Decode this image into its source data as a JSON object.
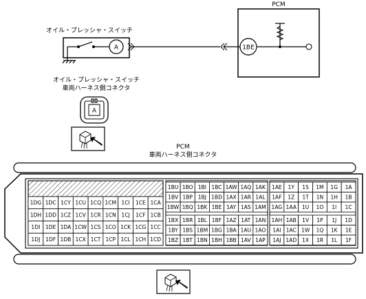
{
  "labels": {
    "pcm_top": "PCM",
    "switch_name": "オイル・プレッシャ・スイッチ",
    "switch_conn_line1": "オイル・プレッシャ・スイッチ",
    "switch_conn_line2": "車両ハーネス側コネクタ",
    "pcm_conn_line1": "PCM",
    "pcm_conn_line2": "車両ハーネス側コネクタ",
    "terminal_a": "A",
    "connector_a": "A",
    "pcm_terminal": "1BE"
  },
  "icons": [
    "harness-probe-icon",
    "harness-probe-icon",
    "ground-icon",
    "resistor-icon"
  ],
  "pin_grid": {
    "block1": [
      [
        "1DG",
        "1DC",
        "1CY",
        "1CU",
        "1CQ",
        "1CM",
        "1CI",
        "1CE",
        "1CA"
      ],
      [
        "1DH",
        "1DD",
        "1CZ",
        "1CV",
        "1CR",
        "1CN",
        "1CJ",
        "1CF",
        "1CB"
      ],
      [
        "1DI",
        "1DE",
        "1DA",
        "1CW",
        "1CS",
        "1CO",
        "1CK",
        "1CG",
        "1CC"
      ],
      [
        "1DJ",
        "1DF",
        "1DB",
        "1CX",
        "1CT",
        "1CP",
        "1CL",
        "1CH",
        "1CD"
      ]
    ],
    "block2_top": [
      [
        "1BU",
        "1BO",
        "1BI",
        "1BC",
        "1AW",
        "1AQ",
        "1AK"
      ],
      [
        "1BV",
        "1BP",
        "1BJ",
        "1BD",
        "1AX",
        "1AR",
        "1AL"
      ],
      [
        "1BW",
        "1BQ",
        "1BK",
        "1BE",
        "1AY",
        "1AS",
        "1AM"
      ]
    ],
    "block2_bottom": [
      [
        "1BX",
        "1BR",
        "1BL",
        "1BF",
        "1AZ",
        "1AT",
        "1AN"
      ],
      [
        "1BY",
        "1BS",
        "1BM",
        "1BG",
        "1BA",
        "1AU",
        "1AO"
      ],
      [
        "1BZ",
        "1BT",
        "1BN",
        "1BH",
        "1BB",
        "1AV",
        "1AP"
      ]
    ],
    "block3_top": [
      [
        "1AE",
        "1Y",
        "1S",
        "1M",
        "1G",
        "1A"
      ],
      [
        "1AF",
        "1Z",
        "1T",
        "1N",
        "1H",
        "1B"
      ],
      [
        "1AG",
        "1AA",
        "1U",
        "1O",
        "1I",
        "1C"
      ]
    ],
    "block3_bottom": [
      [
        "1AH",
        "1AB",
        "1V",
        "1P",
        "1J",
        "1D"
      ],
      [
        "1AI",
        "1AC",
        "1W",
        "1Q",
        "1K",
        "1E"
      ],
      [
        "1AJ",
        "1AD",
        "1X",
        "1R",
        "1L",
        "1F"
      ]
    ]
  }
}
